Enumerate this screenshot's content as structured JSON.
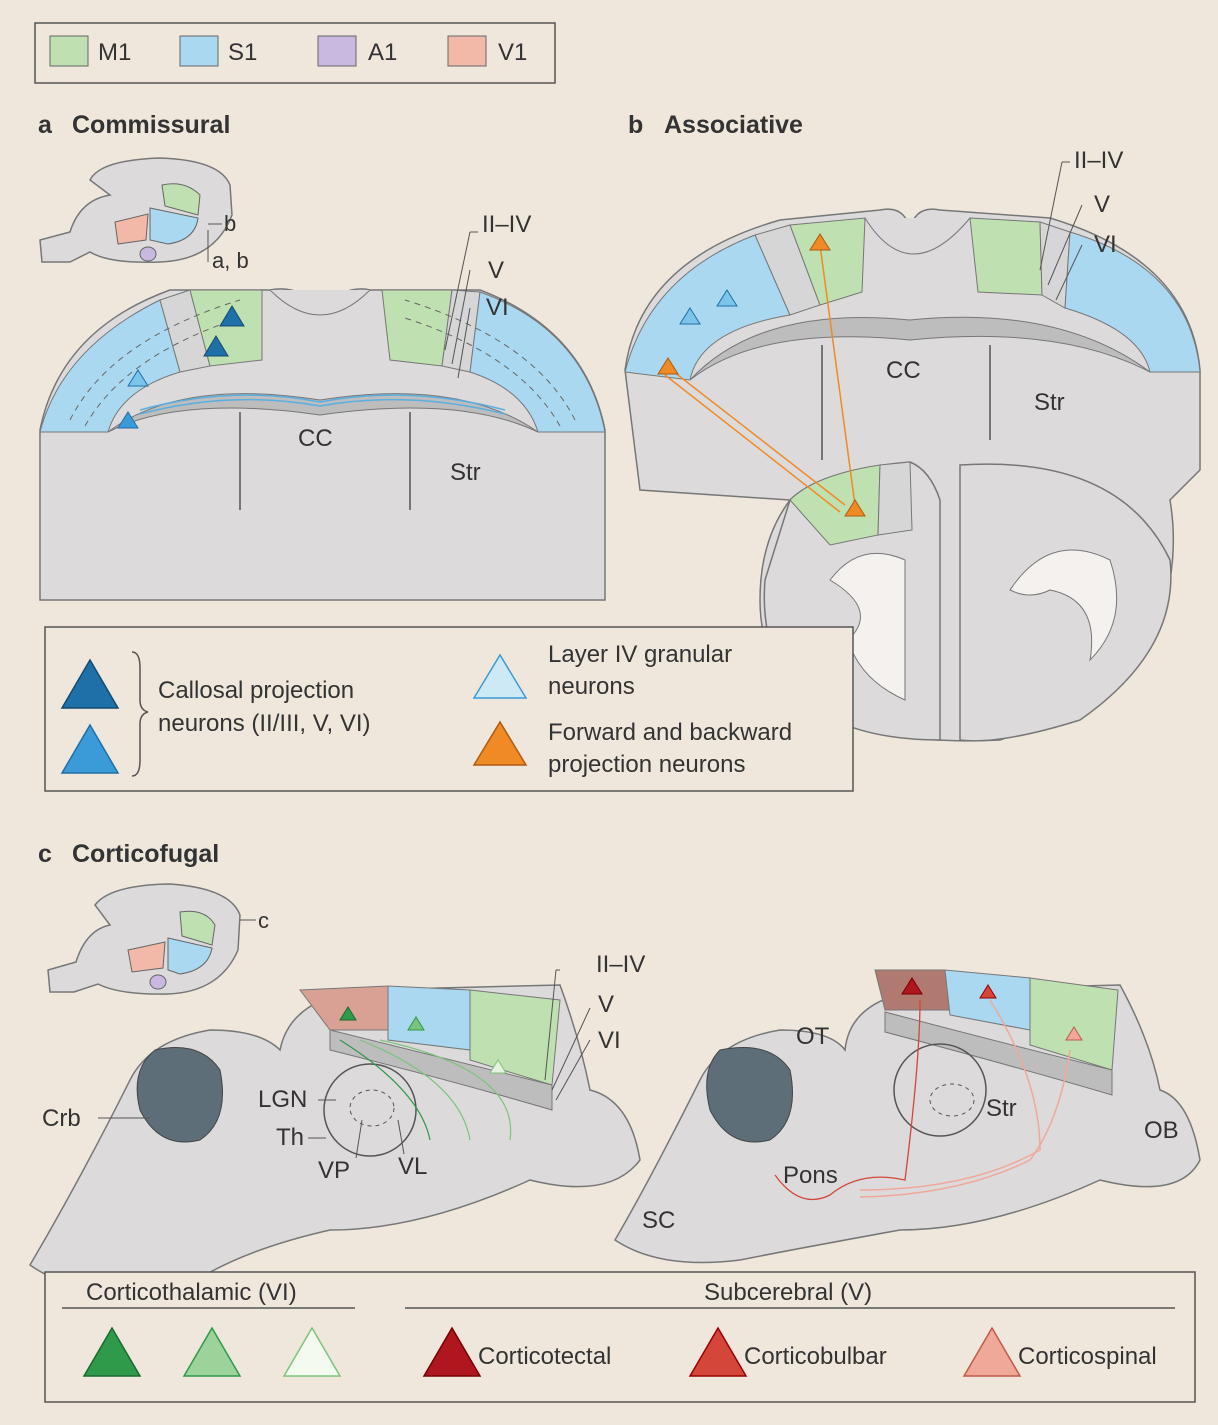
{
  "legend_areas": [
    {
      "label": "M1",
      "color": "#bfe0b0"
    },
    {
      "label": "S1",
      "color": "#a9d8f0"
    },
    {
      "label": "A1",
      "color": "#c9b8e0"
    },
    {
      "label": "V1",
      "color": "#f2b8a8"
    }
  ],
  "panel_a": {
    "letter": "a",
    "title": "Commissural",
    "plane_b": "b",
    "plane_ab": "a, b"
  },
  "panel_b": {
    "letter": "b",
    "title": "Associative"
  },
  "panel_c": {
    "letter": "c",
    "title": "Corticofugal",
    "plane_c": "c"
  },
  "layers": {
    "upper": "II–IV",
    "five": "V",
    "six": "VI"
  },
  "structures": {
    "cc": "CC",
    "str": "Str",
    "crb": "Crb",
    "lgn": "LGN",
    "th": "Th",
    "vp": "VP",
    "vl": "VL",
    "ot": "OT",
    "pons": "Pons",
    "sc": "SC",
    "ob": "OB"
  },
  "neuron_legend_ab": {
    "callosal_1": "Callosal projection",
    "callosal_2": "neurons (II/III, V, VI)",
    "granular_1": "Layer IV granular",
    "granular_2": "neurons",
    "forward_1": "Forward and backward",
    "forward_2": "projection neurons"
  },
  "neuron_legend_c": {
    "corticothalamic": "Corticothalamic (VI)",
    "subcerebral": "Subcerebral (V)",
    "corticotectal": "Corticotectal",
    "corticobulbar": "Corticobulbar",
    "corticospinal": "Corticospinal"
  },
  "colors": {
    "m1": "#bfe0b0",
    "s1": "#a9d8f0",
    "a1": "#c9b8e0",
    "v1": "#f2b8a8",
    "tissue": "#dcdadb",
    "dark_blue": "#1f6fa8",
    "mid_blue": "#3b9ad8",
    "light_blue": "#7cc4ea",
    "orange": "#f08a24",
    "dark_green": "#2e9a4a",
    "mid_green": "#7cc47c",
    "dark_red": "#b0161e",
    "mid_red": "#d4463a",
    "light_red": "#f0a898",
    "cerebellum": "#5e6e78"
  }
}
